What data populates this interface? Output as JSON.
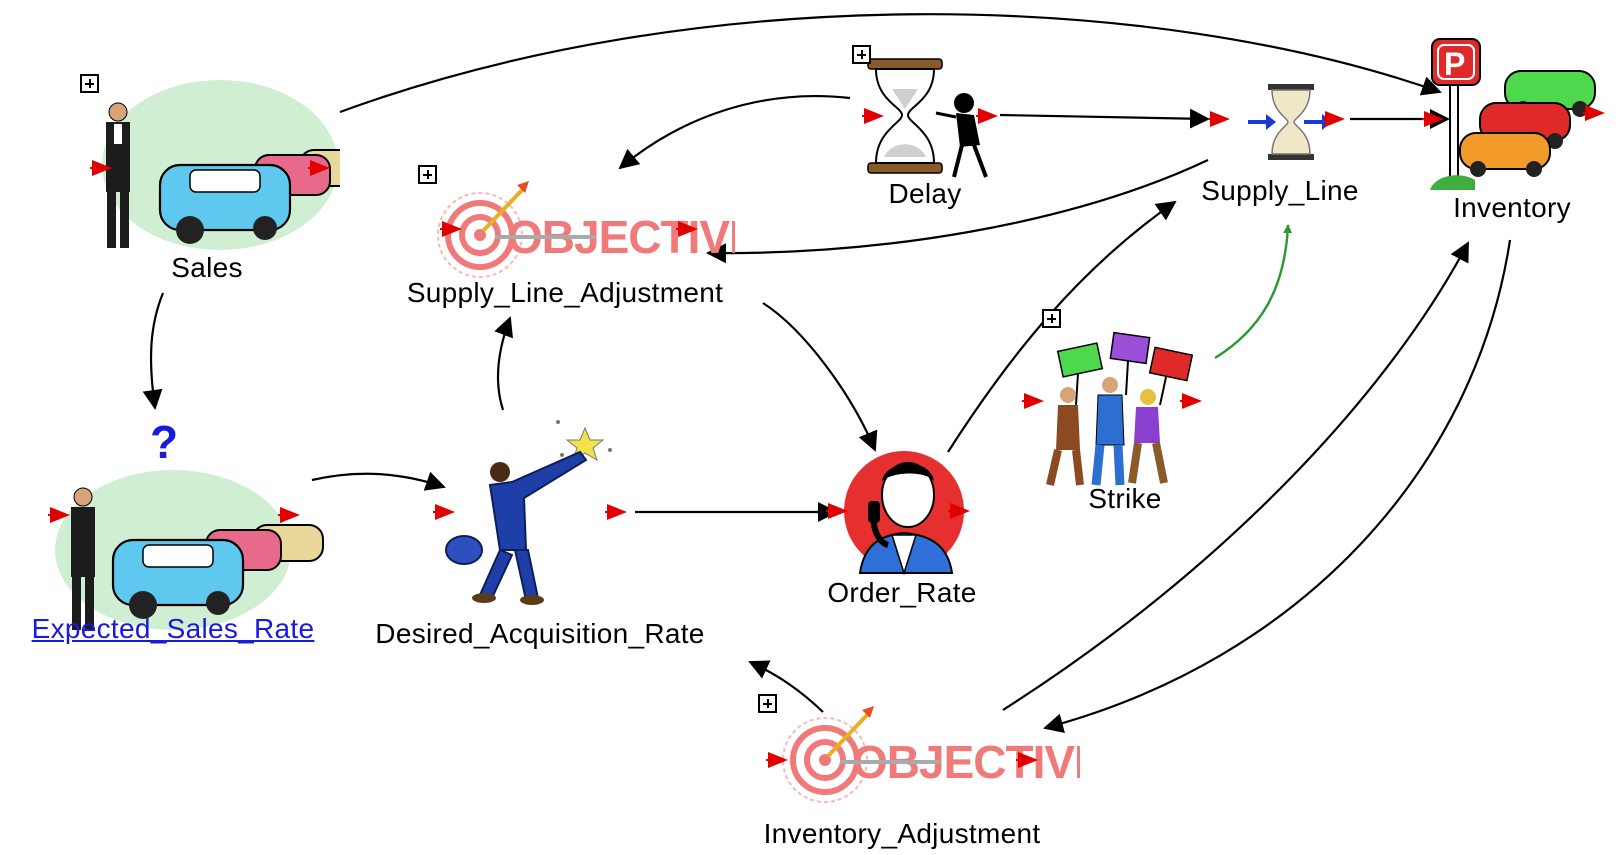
{
  "nodes": {
    "sales": {
      "label": "Sales"
    },
    "expected_sales_rate": {
      "label": "Expected_Sales_Rate",
      "question_mark": "?"
    },
    "supply_line_adjustment": {
      "label": "Supply_Line_Adjustment",
      "graphic_text": "OBJECTIVES"
    },
    "desired_acquisition_rate": {
      "label": "Desired_Acquisition_Rate"
    },
    "delay": {
      "label": "Delay"
    },
    "order_rate": {
      "label": "Order_Rate"
    },
    "supply_line": {
      "label": "Supply_Line"
    },
    "strike": {
      "label": "Strike"
    },
    "inventory": {
      "label": "Inventory",
      "sign_letter": "P"
    },
    "inventory_adjustment": {
      "label": "Inventory_Adjustment",
      "graphic_text": "OBJECTIVES"
    }
  },
  "edges": [
    {
      "from": "sales",
      "to": "inventory"
    },
    {
      "from": "sales",
      "to": "expected_sales_rate"
    },
    {
      "from": "expected_sales_rate",
      "to": "desired_acquisition_rate"
    },
    {
      "from": "desired_acquisition_rate",
      "to": "supply_line_adjustment"
    },
    {
      "from": "desired_acquisition_rate",
      "to": "order_rate"
    },
    {
      "from": "delay",
      "to": "supply_line_adjustment"
    },
    {
      "from": "delay",
      "to": "supply_line"
    },
    {
      "from": "supply_line",
      "to": "inventory"
    },
    {
      "from": "supply_line",
      "to": "supply_line_adjustment"
    },
    {
      "from": "supply_line_adjustment",
      "to": "order_rate"
    },
    {
      "from": "order_rate",
      "to": "supply_line"
    },
    {
      "from": "strike",
      "to": "supply_line",
      "color": "green"
    },
    {
      "from": "inventory",
      "to": "inventory_adjustment"
    },
    {
      "from": "inventory_adjustment",
      "to": "inventory"
    },
    {
      "from": "inventory_adjustment",
      "to": "desired_acquisition_rate"
    }
  ],
  "colors": {
    "edge": "#000000",
    "green_edge": "#2e9a2e",
    "port": "#e00000",
    "link": "#1a1adc",
    "objectives_text": "#f07a7a"
  },
  "icons": {
    "sales": "car-lot-salesman-icon",
    "expected_sales_rate": "car-lot-question-icon",
    "objectives": "objectives-target-icon",
    "desired_acquisition_rate": "reaching-for-star-icon",
    "delay": "hourglass-icon",
    "order_rate": "telephone-man-icon",
    "supply_line": "conveyor-hourglass-icon",
    "strike": "protesters-icon",
    "inventory": "parking-lot-icon",
    "expand": "expand-plus-icon",
    "port": "port-arrow-icon"
  }
}
